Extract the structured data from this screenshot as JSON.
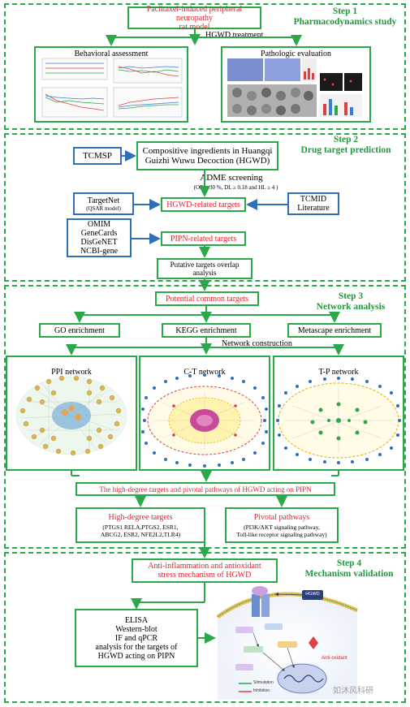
{
  "step1": {
    "label": "Step 1",
    "title": "Pharmacodynamics study",
    "model_line1": "Paclitaxel-induced peripheral neuropathy",
    "model_line2": "rat model",
    "treatment": "HGWD treatment",
    "behavioral": "Behavioral assessment",
    "pathologic": "Pathologic evaluation"
  },
  "step2": {
    "label": "Step 2",
    "title": "Drug target prediction",
    "tcmsp": "TCMSP",
    "ingredients_line1": "Compositive ingredients in Huangqi",
    "ingredients_line2": "Guizhi Wuwu Decoction (HGWD)",
    "adme": "ADME screening",
    "adme_criteria": "(OB ≥ 30 %, DL ≥ 0.18 and HL ≥ 4 )",
    "targetnet": "TargetNet",
    "targetnet_sub": "(QSAR model)",
    "hgwd_targets": "HGWD-related targets",
    "tcmid_line1": "TCMID",
    "tcmid_line2": "Literature",
    "omim": "OMIM",
    "genecards": "GeneCards",
    "disgenet": "DisGeNET",
    "ncbi": "NCBI-gene",
    "pipn_targets": "PIPN-related targets",
    "overlap_line1": "Putative targets overlap",
    "overlap_line2": "analysis"
  },
  "step3": {
    "label": "Step 3",
    "title": "Network analysis",
    "potential": "Potential common targets",
    "go": "GO enrichment",
    "kegg": "KEGG enrichment",
    "metascape": "Metascape enrichment",
    "construction": "Network construction",
    "ppi": "PPI network",
    "ct": "C-T network",
    "tp": "T-P network",
    "summary": "The high-degree targets and pivotal pathways of HGWD acting on PIPN",
    "hd_title": "High-degree targets",
    "hd_line1": "(PTGS1 RELA,PTGS2, ESR1,",
    "hd_line2": "ABCG2, ESR2, NFE2L2,TLR4)",
    "pp_title": "Pivotal pathways",
    "pp_line1": "(PI3K/AKT signaling  pathway,",
    "pp_line2": "Toll-like receptor signaling pathway)"
  },
  "step4": {
    "label": "Step 4",
    "title": "Mechanism validation",
    "mech_line1": "Anti-inflammation and antioxidant",
    "mech_line2": "stress mechanism of HGWD",
    "v1": "ELISA",
    "v2": "Western-blot",
    "v3": "IF and qPCR",
    "v4": "analysis for the targets of",
    "v5": "HGWD acting on PIPN",
    "cell_hgwd": "HGWD",
    "cell_anti_oxidant": "Anti-oxidant",
    "cell_stimulation": "Stimulation",
    "cell_inhibition": "Inhibition"
  },
  "watermark": "如沐风科研",
  "colors": {
    "green": "#2aa84a",
    "red": "#e0262c",
    "blue": "#2e6fb8"
  }
}
